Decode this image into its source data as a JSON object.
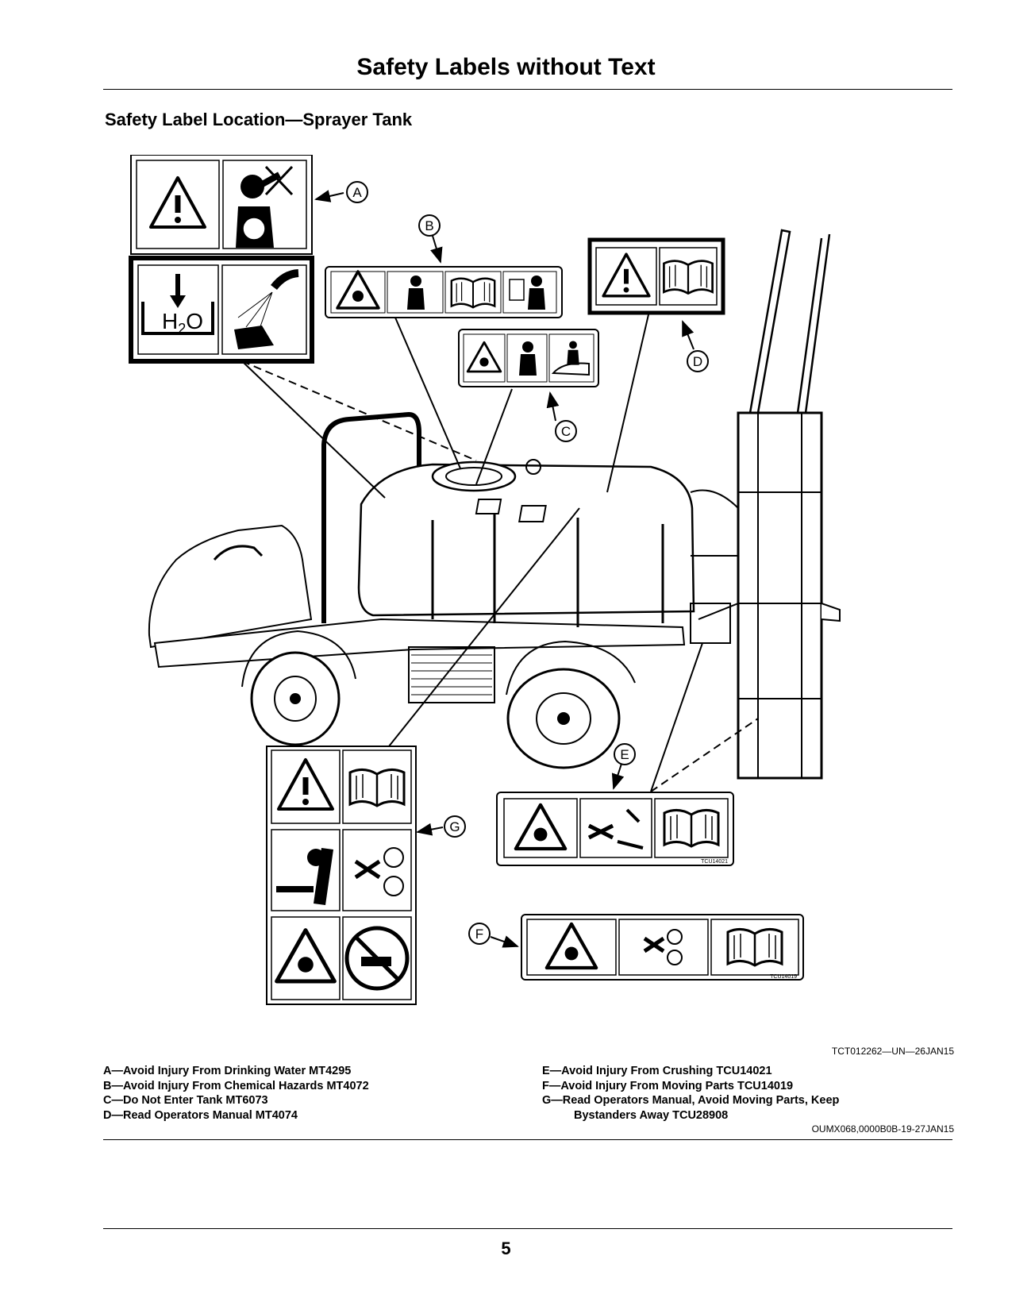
{
  "page": {
    "title": "Safety Labels without Text",
    "subtitle": "Safety Label Location—Sprayer Tank",
    "figure_code": "TCT012262—UN—26JAN15",
    "doc_code": "OUMX068,0000B0B-19-27JAN15",
    "page_number": "5"
  },
  "figure": {
    "callouts": [
      "A",
      "B",
      "C",
      "D",
      "E",
      "F",
      "G"
    ],
    "label_codes": {
      "e": "TCU14021",
      "f": "TCU14019"
    },
    "water_symbol": "H",
    "water_subscript": "2",
    "water_symbol_end": "O"
  },
  "legend": {
    "left": [
      "A—Avoid Injury From Drinking Water MT4295",
      "B—Avoid Injury From Chemical Hazards MT4072",
      "C—Do Not Enter Tank MT6073",
      "D—Read Operators Manual MT4074"
    ],
    "right": [
      "E—Avoid Injury From Crushing TCU14021",
      "F—Avoid Injury From Moving Parts TCU14019",
      "G—Read Operators Manual, Avoid Moving Parts, Keep",
      "Bystanders Away TCU28908"
    ]
  }
}
